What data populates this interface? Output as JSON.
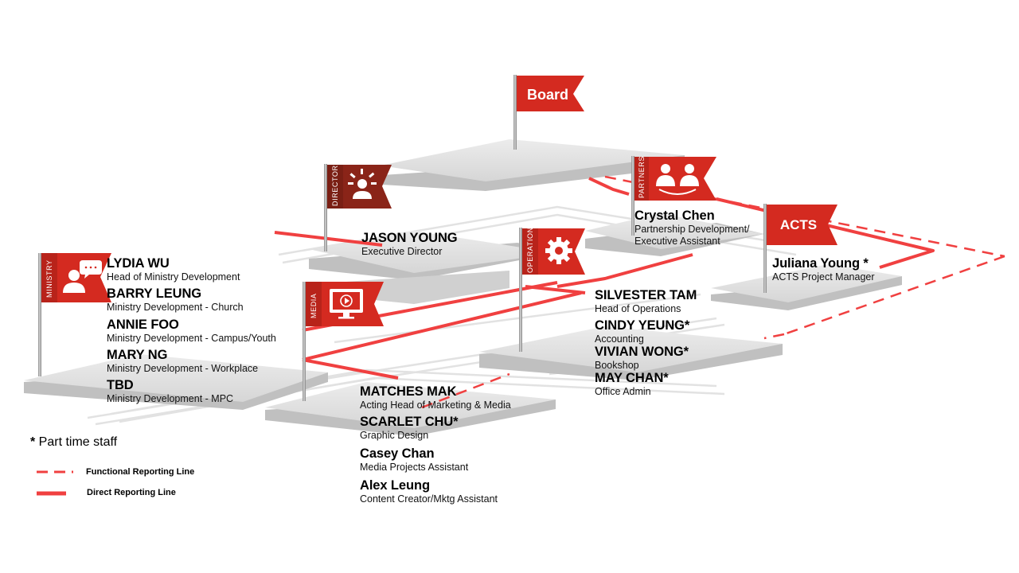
{
  "flags": {
    "board": "Board",
    "acts": "ACTS",
    "director": "DIRECTOR",
    "partners": "PARTNERS",
    "ministry": "MINISTRY",
    "media": "MEDIA",
    "operation": "OPERATION"
  },
  "director": [
    {
      "name": "JASON YOUNG",
      "role": "Executive Director"
    }
  ],
  "partners": [
    {
      "name": "Crystal Chen",
      "role": "Partnership Development/",
      "role2": "Executive Assistant"
    }
  ],
  "acts": [
    {
      "name": "Juliana Young *",
      "role": "ACTS Project Manager"
    }
  ],
  "ministry": [
    {
      "name": "LYDIA WU",
      "role": "Head of Ministry Development"
    },
    {
      "name": "BARRY LEUNG",
      "role": "Ministry Development - Church"
    },
    {
      "name": "ANNIE FOO",
      "role": "Ministry Development - Campus/Youth"
    },
    {
      "name": "MARY NG",
      "role": "Ministry Development - Workplace"
    },
    {
      "name": "TBD",
      "role": "Ministry Development - MPC"
    }
  ],
  "operation": [
    {
      "name": "SILVESTER TAM",
      "role": "Head of Operations"
    },
    {
      "name": "CINDY YEUNG*",
      "role": "Accounting"
    },
    {
      "name": "VIVIAN WONG*",
      "role": "Bookshop"
    },
    {
      "name": "MAY CHAN*",
      "role": "Office Admin"
    }
  ],
  "media": [
    {
      "name": "MATCHES MAK",
      "role": "Acting Head of Marketing & Media"
    },
    {
      "name": "SCARLET CHU*",
      "role": "Graphic Design"
    },
    {
      "name": "Casey Chan",
      "role": "Media Projects Assistant"
    },
    {
      "name": "Alex Leung",
      "role": "Content Creator/Mktg Assistant"
    }
  ],
  "legend": {
    "note_star": "*",
    "note_text": " Part time staff",
    "functional": "Functional Reporting Line",
    "direct": "Direct Reporting Line"
  },
  "colors": {
    "flag_red": "#d42a20",
    "flag_dark": "#8a2418",
    "line_red": "#f04040",
    "platform_top": "#e0e0e0",
    "platform_side": "#c4c4c4"
  },
  "icons": {
    "director": "leader-icon",
    "partners": "partners-icon",
    "ministry": "speech-person-icon",
    "media": "monitor-play-icon",
    "operation": "gear-icon"
  }
}
